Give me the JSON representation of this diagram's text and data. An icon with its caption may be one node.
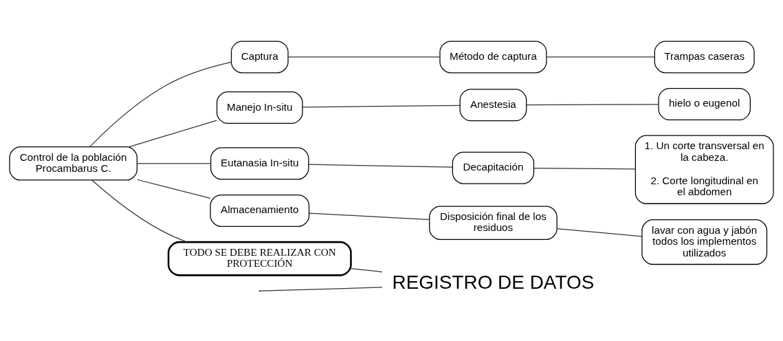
{
  "diagram": {
    "nodes": [
      {
        "text": [
          "Control de la población Procambarus C."
        ]
      },
      {
        "text": [
          "Captura"
        ]
      },
      {
        "text": [
          "Método de captura"
        ]
      },
      {
        "text": [
          "Trampas caseras"
        ]
      },
      {
        "text": [
          "Manejo In-situ"
        ]
      },
      {
        "text": [
          "Anestesia"
        ]
      },
      {
        "text": [
          "hielo o eugenol"
        ]
      },
      {
        "text": [
          "Eutanasia In-situ"
        ]
      },
      {
        "text": [
          "Decapitación"
        ]
      },
      {
        "text": [
          "1. Un corte transversal en la cabeza.",
          "2. Corte longitudinal en el abdomen"
        ]
      },
      {
        "text": [
          "Almacenamiento"
        ]
      },
      {
        "text": [
          "Disposición final de los residuos"
        ]
      },
      {
        "text": [
          "lavar con agua y jabón todos los implementos utilizados"
        ]
      },
      {
        "text": [
          "TODO SE DEBE REALIZAR CON PROTECCIÓN"
        ]
      },
      {
        "text": [
          "REGISTRO DE DATOS"
        ]
      }
    ],
    "edges": [
      {
        "from": 0,
        "to": 1,
        "arrow": "none"
      },
      {
        "from": 1,
        "to": 2,
        "arrow": "none"
      },
      {
        "from": 2,
        "to": 3,
        "arrow": "none"
      },
      {
        "from": 0,
        "to": 4,
        "arrow": "none"
      },
      {
        "from": 4,
        "to": 5,
        "arrow": "none"
      },
      {
        "from": 5,
        "to": 6,
        "arrow": "none"
      },
      {
        "from": 0,
        "to": 7,
        "arrow": "none"
      },
      {
        "from": 7,
        "to": 8,
        "arrow": "none"
      },
      {
        "from": 8,
        "to": 9,
        "arrow": "none"
      },
      {
        "from": 0,
        "to": 10,
        "arrow": "none"
      },
      {
        "from": 10,
        "to": 11,
        "arrow": "none"
      },
      {
        "from": 11,
        "to": 12,
        "arrow": "none"
      },
      {
        "from": 0,
        "to": 13,
        "arrow": "none"
      },
      {
        "from": null,
        "to": 14,
        "arrow": "none"
      },
      {
        "from": 13,
        "to": 14,
        "arrow": "none"
      }
    ]
  }
}
